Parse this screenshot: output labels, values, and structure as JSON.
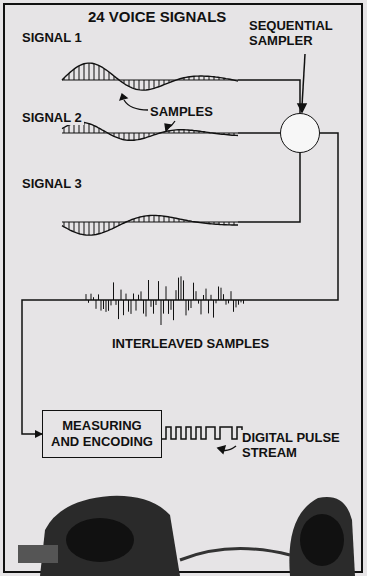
{
  "diagram": {
    "title": "24 VOICE SIGNALS",
    "nodes": [
      {
        "text": [
          "SEQUENTIAL SAMPLER"
        ]
      },
      {
        "text": [
          "MEASURING AND ENCODING"
        ]
      }
    ],
    "edges": [
      {
        "from": 0,
        "to": 1,
        "arrow": "to"
      }
    ],
    "labels": [
      "SIGNAL 1",
      "SIGNAL 2",
      "SIGNAL 3",
      "SAMPLES",
      "INTERLEAVED SAMPLES",
      "DIGITAL PULSE STREAM"
    ]
  }
}
